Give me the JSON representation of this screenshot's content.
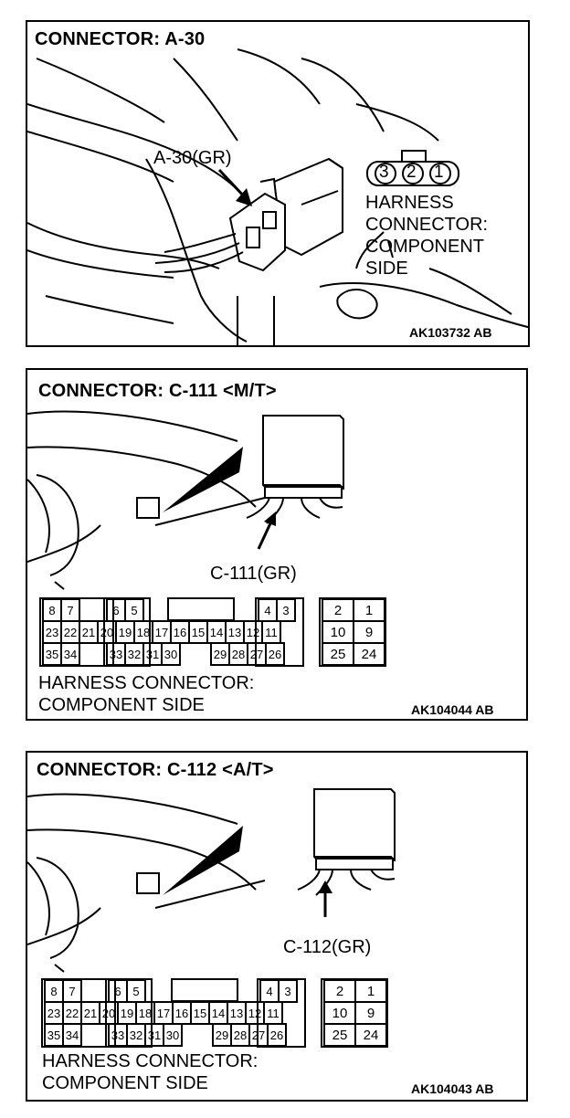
{
  "panels": [
    {
      "title": "CONNECTOR: A-30",
      "connector_label": "A-30(GR)",
      "pin_numbers": [
        "3",
        "2",
        "1"
      ],
      "harness_lines": [
        "HARNESS",
        "CONNECTOR:",
        "COMPONENT",
        "SIDE"
      ],
      "code": "AK103732 AB"
    },
    {
      "title": "CONNECTOR: C-111 <M/T>",
      "connector_label": "C-111(GR)",
      "harness_lines": [
        "HARNESS CONNECTOR:",
        "COMPONENT SIDE"
      ],
      "code": "AK104044 AB",
      "pins": {
        "row1_left": [
          "8",
          "7"
        ],
        "row1_mid": [
          "6",
          "5"
        ],
        "row1_r1": [
          "4",
          "3"
        ],
        "row1_r2": [
          "2",
          "1"
        ],
        "row2_main": [
          "23",
          "22",
          "21",
          "20",
          "19",
          "18",
          "17",
          "16",
          "15",
          "14",
          "13",
          "12",
          "11"
        ],
        "row2_right": [
          "10",
          "9"
        ],
        "row3_left": [
          "35",
          "34"
        ],
        "row3_mid": [
          "33",
          "32",
          "31",
          "30"
        ],
        "row3_r1": [
          "29",
          "28",
          "27",
          "26"
        ],
        "row3_right": [
          "25",
          "24"
        ]
      }
    },
    {
      "title": "CONNECTOR: C-112 <A/T>",
      "connector_label": "C-112(GR)",
      "harness_lines": [
        "HARNESS CONNECTOR:",
        "COMPONENT SIDE"
      ],
      "code": "AK104043 AB",
      "pins": {
        "row1_left": [
          "8",
          "7"
        ],
        "row1_mid": [
          "6",
          "5"
        ],
        "row1_r1": [
          "4",
          "3"
        ],
        "row1_r2": [
          "2",
          "1"
        ],
        "row2_main": [
          "23",
          "22",
          "21",
          "20",
          "19",
          "18",
          "17",
          "16",
          "15",
          "14",
          "13",
          "12",
          "11"
        ],
        "row2_right": [
          "10",
          "9"
        ],
        "row3_left": [
          "35",
          "34"
        ],
        "row3_mid": [
          "33",
          "32",
          "31",
          "30"
        ],
        "row3_r1": [
          "29",
          "28",
          "27",
          "26"
        ],
        "row3_right": [
          "25",
          "24"
        ]
      }
    }
  ]
}
